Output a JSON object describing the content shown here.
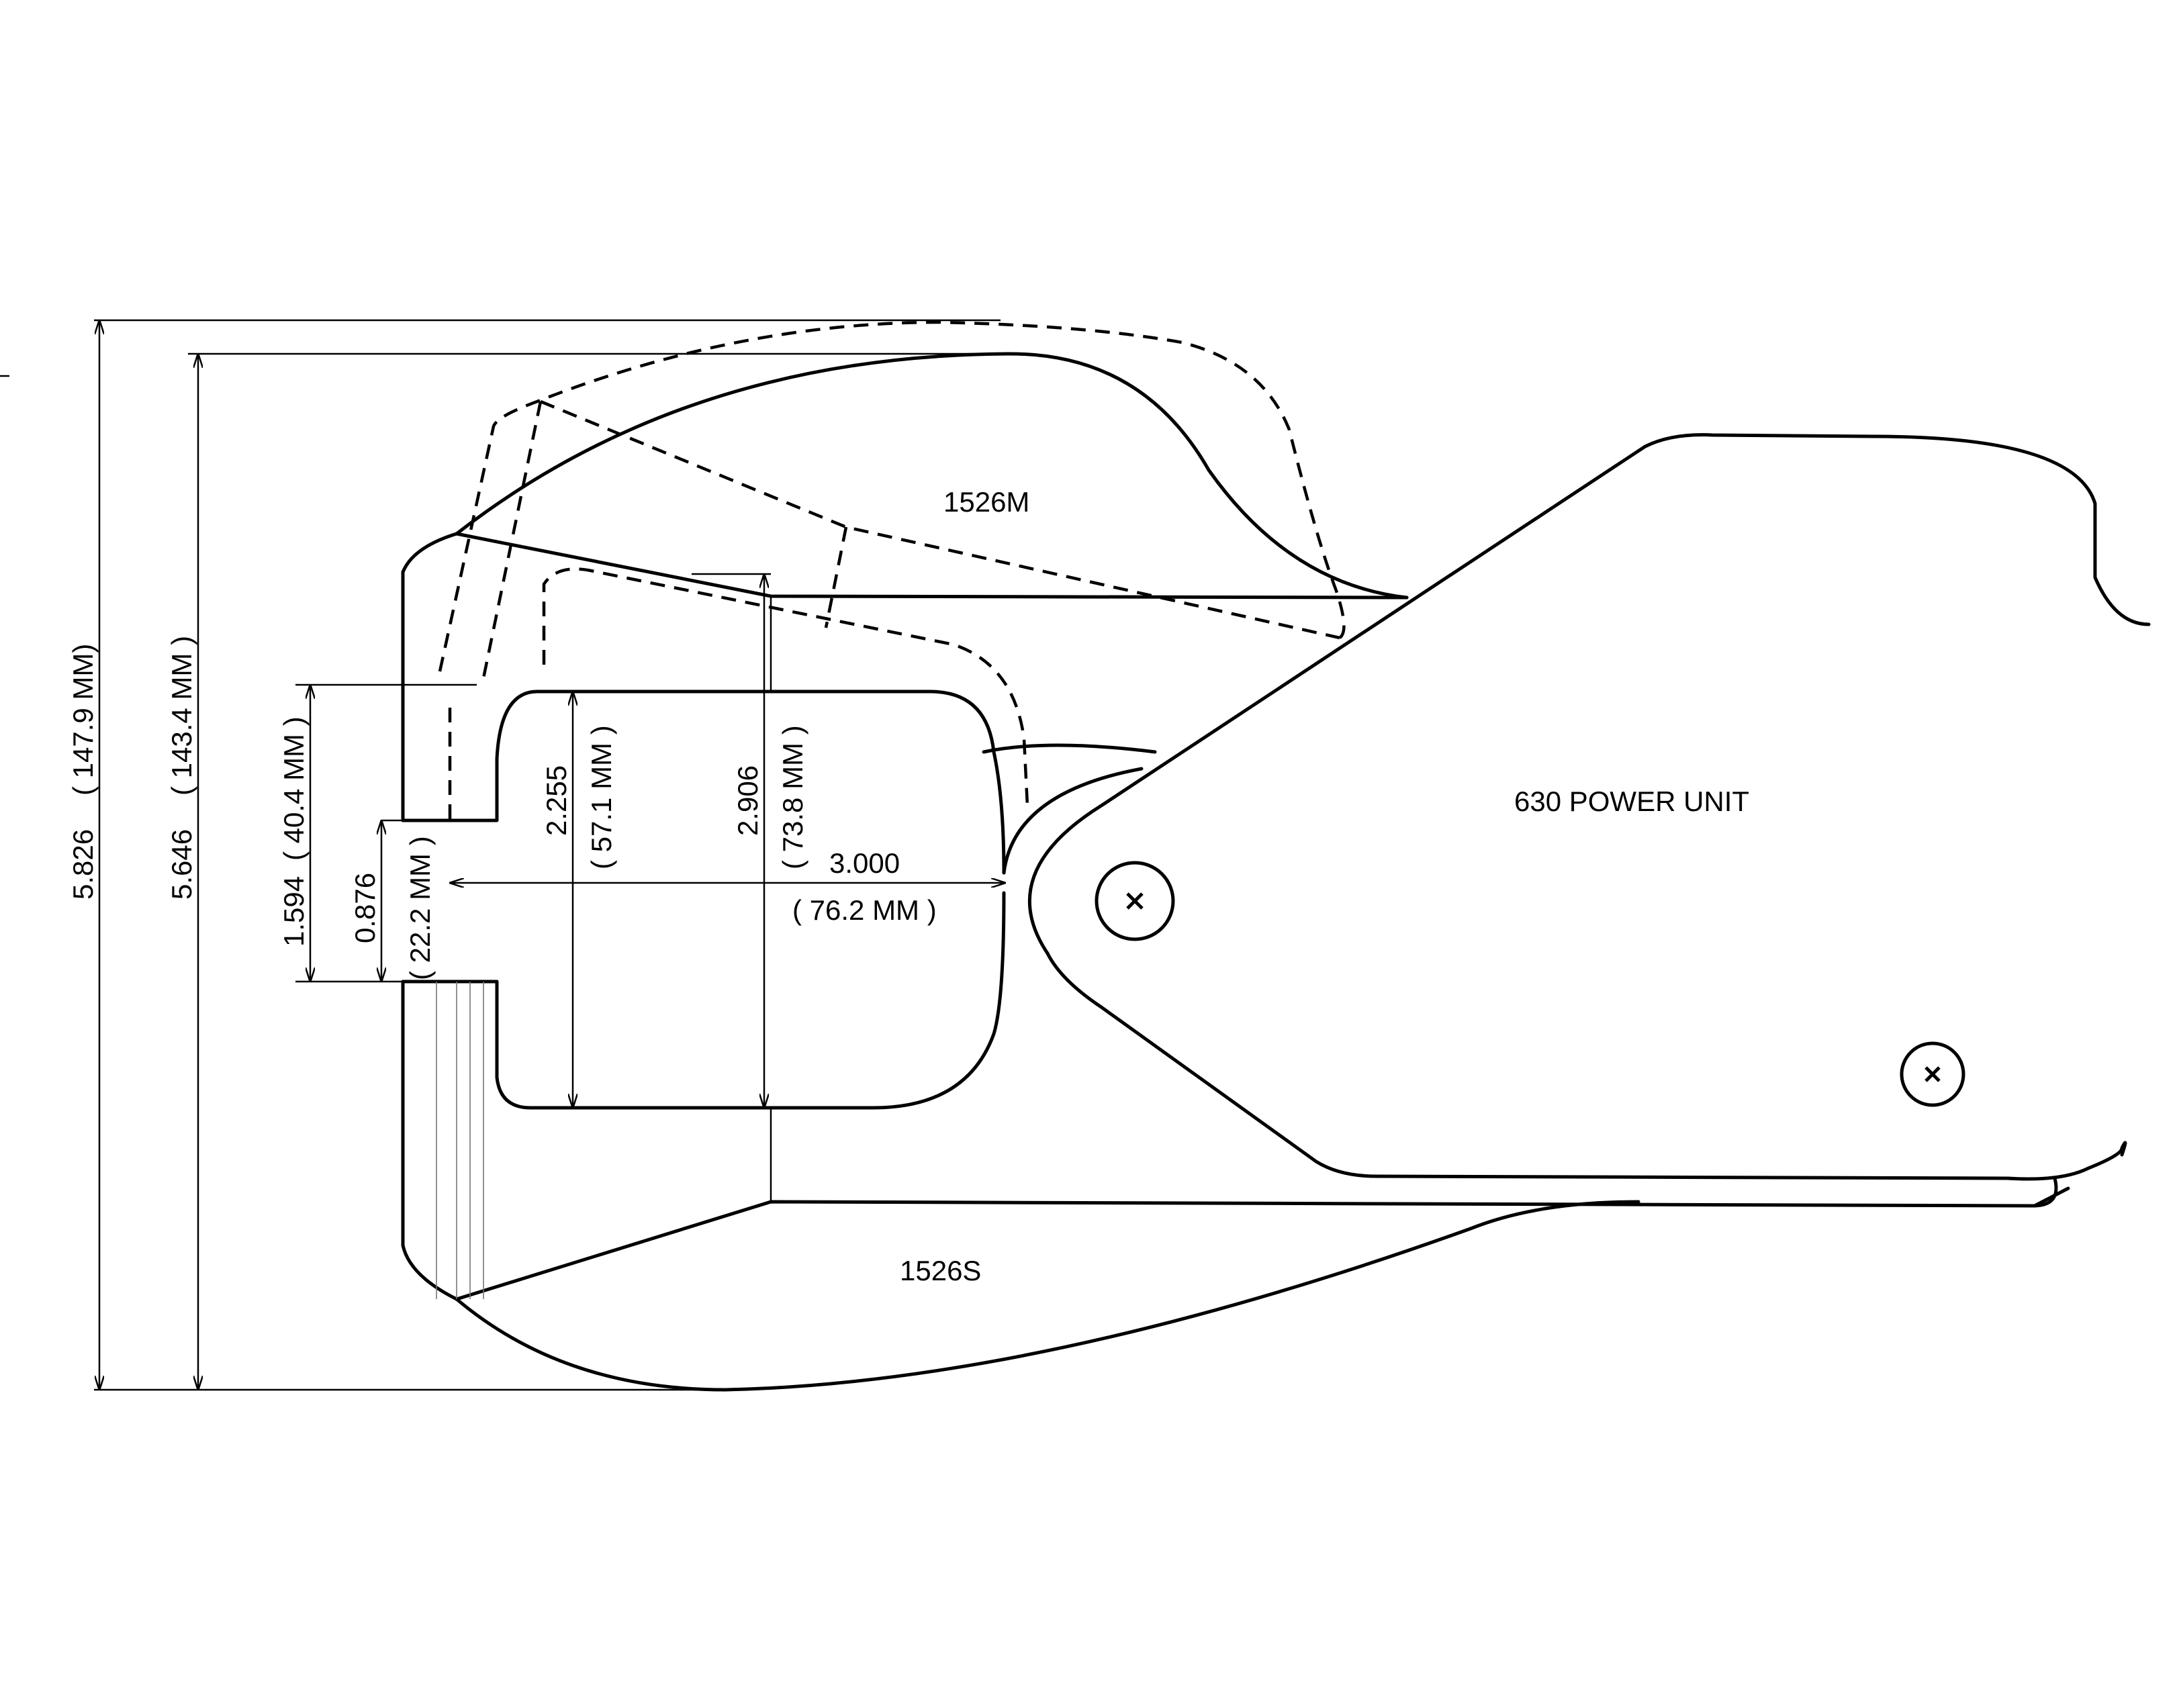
{
  "parts": {
    "upper_jaw": "1526M",
    "lower_jaw": "1526S",
    "power_unit": "630 POWER UNIT"
  },
  "dimensions": {
    "overall_height": {
      "value": "5.826",
      "mm": "( 147.9 MM)"
    },
    "jaw_height": {
      "value": "5.646",
      "mm": "( 143.4 MM )"
    },
    "opening_height": {
      "value": "1.594",
      "mm": "( 40.4 MM )"
    },
    "gap": {
      "value": "0.876",
      "mm": "( 22.2 MM )"
    },
    "throat_inner": {
      "value": "2.255",
      "mm": "( 57.1 MM )"
    },
    "throat_outer": {
      "value": "2.906",
      "mm": "( 73.8 MM )"
    },
    "throat_depth": {
      "value": "3.000",
      "mm": "( 76.2 MM )"
    }
  },
  "icons": [
    "screw-head-icon",
    "screw-head-icon"
  ]
}
